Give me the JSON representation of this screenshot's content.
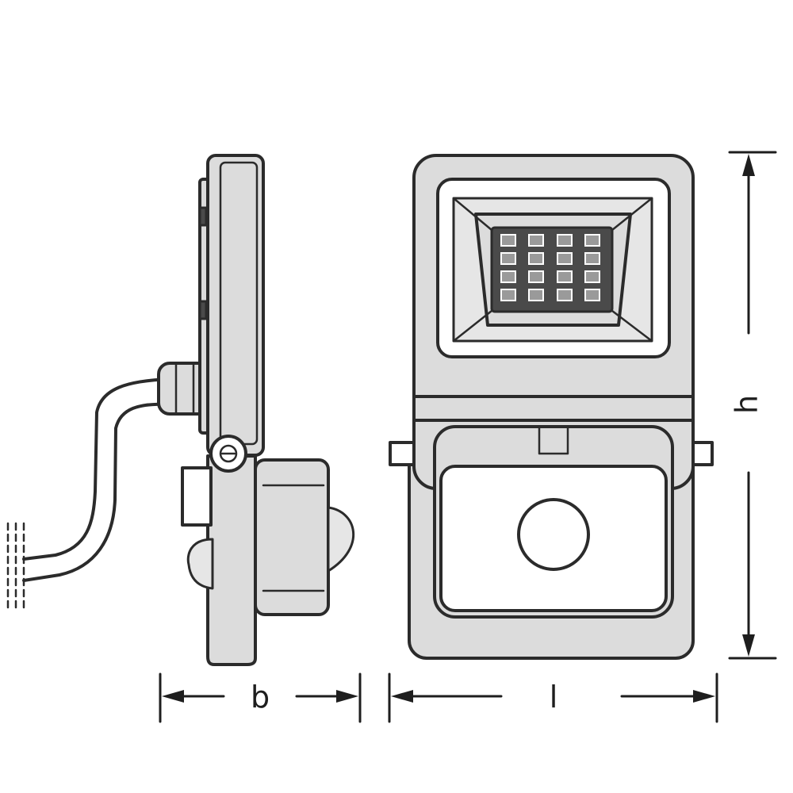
{
  "dimensions": {
    "width_label": "b",
    "length_label": "l",
    "height_label": "h"
  },
  "icons": {
    "side_view": "floodlight-side-view",
    "front_view": "floodlight-front-view"
  },
  "colors": {
    "line": "#2b2b2b",
    "housing_fill": "#dcdcdc",
    "background": "#ffffff"
  }
}
